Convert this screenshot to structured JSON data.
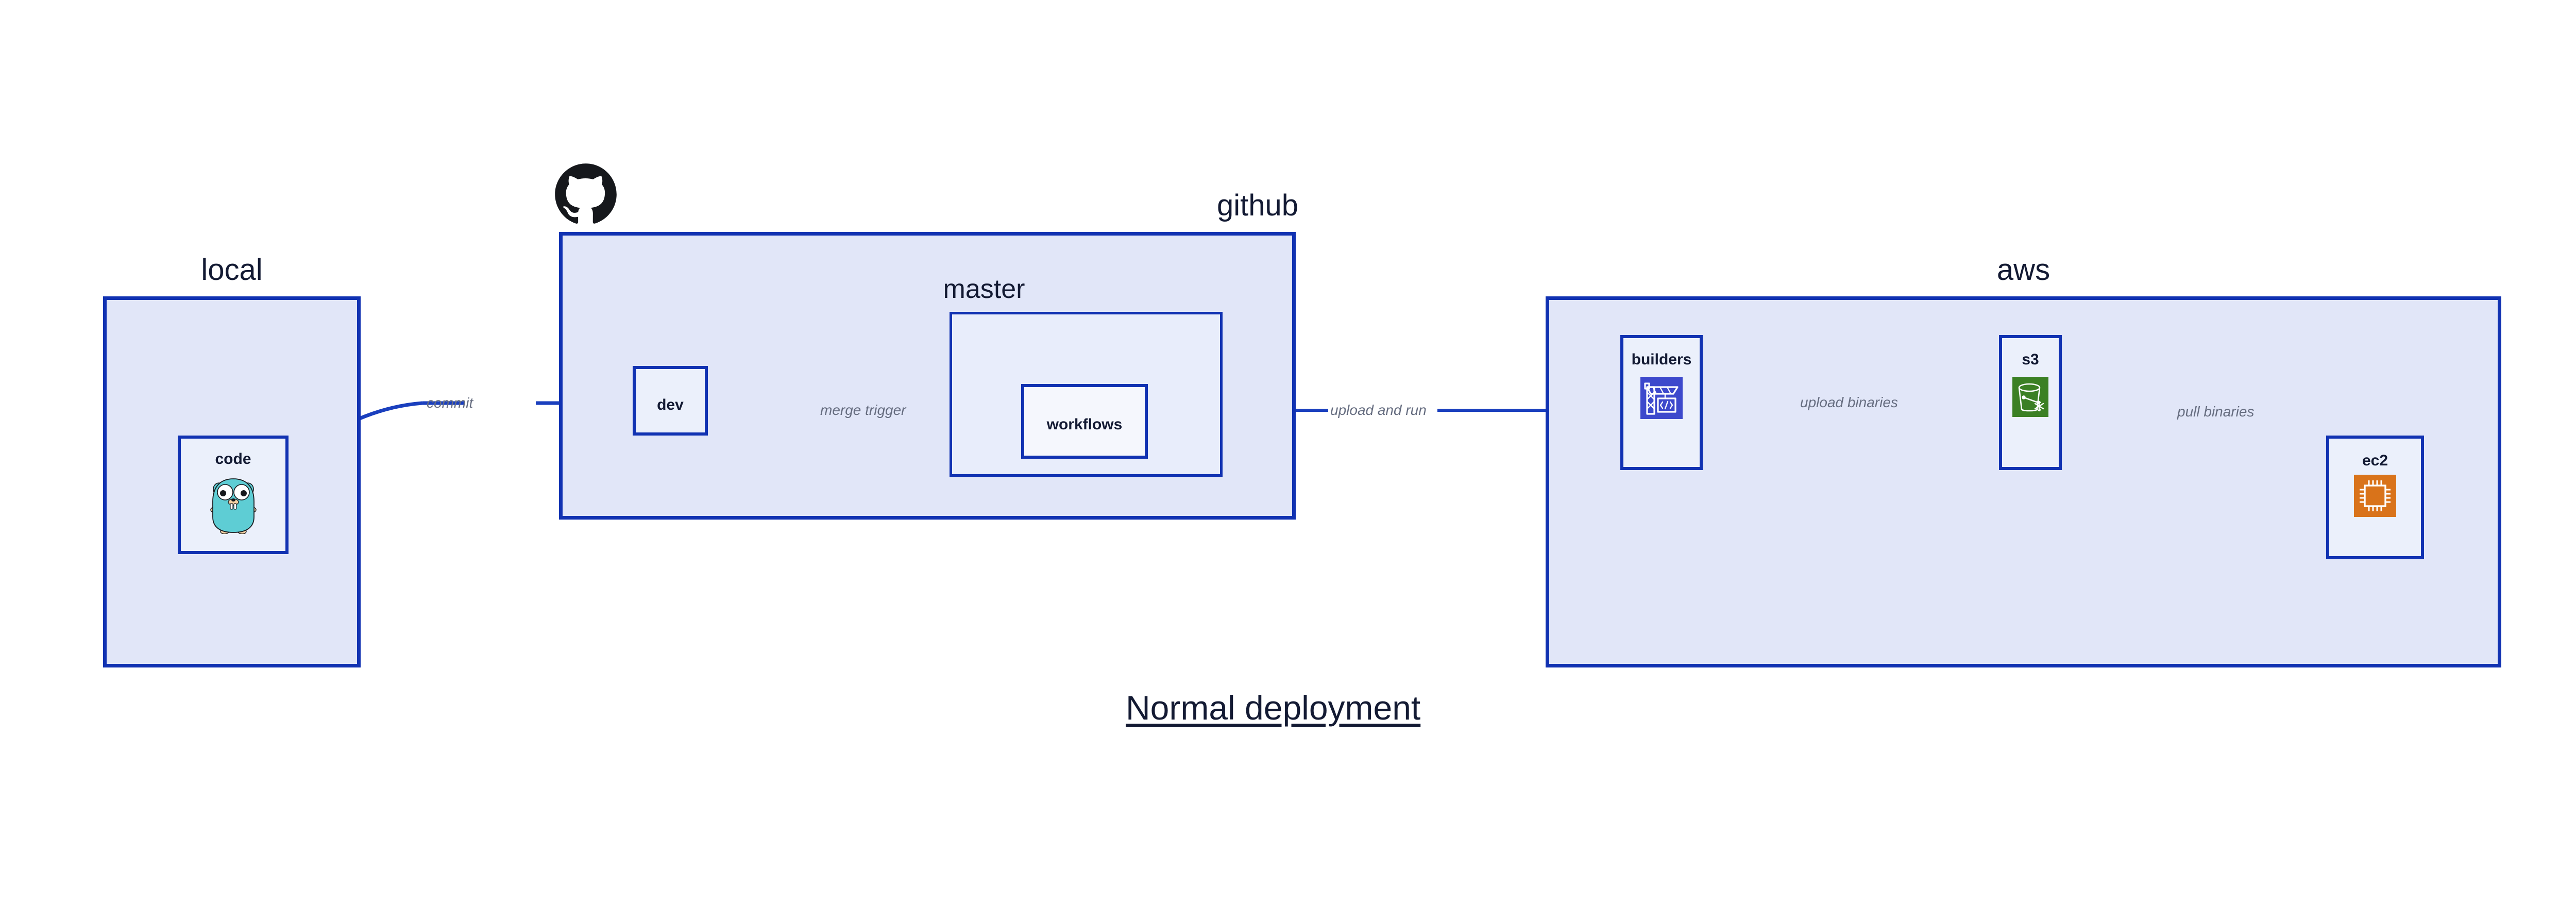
{
  "title": "Normal deployment",
  "colors": {
    "group_fill": "#e1e6f8",
    "group_border": "#1132b2",
    "node_fill": "#ebf0fb",
    "edge_stroke": "#1a3fbe",
    "edge_label": "#666d80",
    "text": "#131a33",
    "builders_icon": "#3d49cc",
    "s3_icon": "#3b8024",
    "ec2_icon": "#d9731a",
    "gopher": "#5ecdd4",
    "github_logo": "#16181c"
  },
  "groups": [
    {
      "id": "local",
      "label": "local",
      "label_align": "center"
    },
    {
      "id": "github",
      "label": "github",
      "label_align": "right"
    },
    {
      "id": "aws",
      "label": "aws",
      "label_align": "center"
    }
  ],
  "subgroups": [
    {
      "id": "master",
      "label": "master",
      "parent": "github"
    }
  ],
  "nodes": [
    {
      "id": "code",
      "label": "code",
      "icon": "go-gopher-icon",
      "parent": "local"
    },
    {
      "id": "dev",
      "label": "dev",
      "icon": null,
      "parent": "github"
    },
    {
      "id": "workflows",
      "label": "workflows",
      "icon": null,
      "parent": "master"
    },
    {
      "id": "builders",
      "label": "builders",
      "icon": "aws-builders-crane-icon",
      "parent": "aws"
    },
    {
      "id": "s3",
      "label": "s3",
      "icon": "aws-s3-bucket-icon",
      "parent": "aws"
    },
    {
      "id": "ec2",
      "label": "ec2",
      "icon": "aws-ec2-chip-icon",
      "parent": "aws"
    }
  ],
  "edges": [
    {
      "id": "commit",
      "label": "commit",
      "from": "code",
      "to": "dev"
    },
    {
      "id": "merge-trigger",
      "label": "merge trigger",
      "from": "dev",
      "to": "workflows"
    },
    {
      "id": "upload-and-run",
      "label": "upload and run",
      "from": "workflows",
      "to": "builders"
    },
    {
      "id": "upload-binaries",
      "label": "upload binaries",
      "from": "builders",
      "to": "s3"
    },
    {
      "id": "pull-binaries",
      "label": "pull binaries",
      "from": "s3",
      "to": "ec2"
    }
  ],
  "icons": {
    "github_logo": "github-octocat-icon"
  }
}
